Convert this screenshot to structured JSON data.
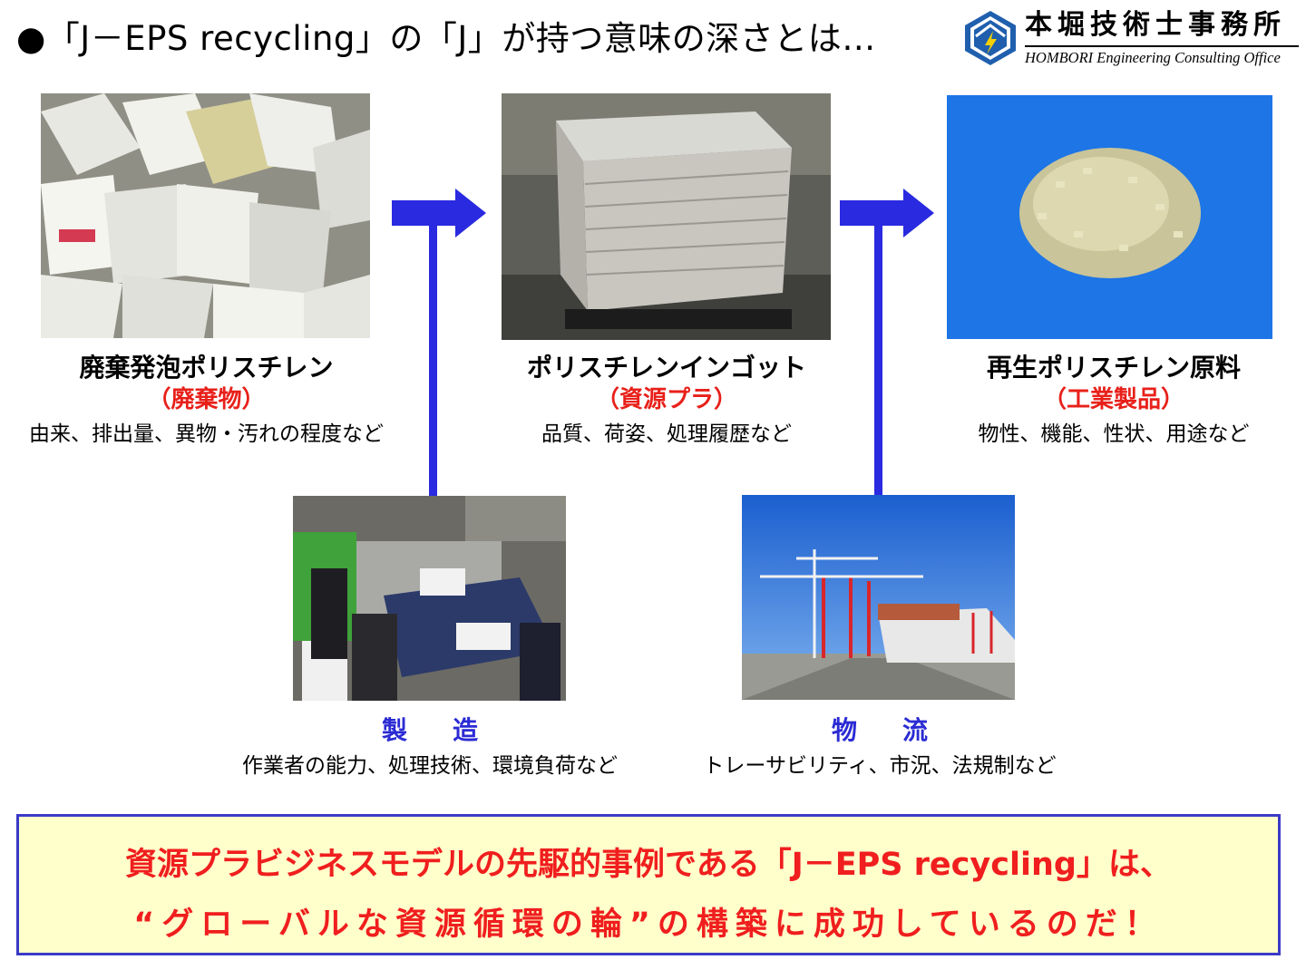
{
  "header": {
    "title": "●「J－EPS recycling」の「J」が持つ意味の深さとは…",
    "logo_name": "本堀技術士事務所",
    "logo_sub": "HOMBORI Engineering Consulting Office"
  },
  "flow": [
    {
      "name": "廃棄発泡ポリスチレン",
      "category": "（廃棄物）",
      "attributes": "由来、排出量、異物・汚れの程度など"
    },
    {
      "name": "ポリスチレンインゴット",
      "category": "（資源プラ）",
      "attributes": "品質、荷姿、処理履歴など"
    },
    {
      "name": "再生ポリスチレン原料",
      "category": "（工業製品）",
      "attributes": "物性、機能、性状、用途など"
    }
  ],
  "branches": [
    {
      "name": "製造",
      "attributes": "作業者の能力、処理技術、環境負荷など"
    },
    {
      "name": "物流",
      "attributes": "トレーサビリティ、市況、法規制など"
    }
  ],
  "conclusion": {
    "line1": "資源プラビジネスモデルの先駆的事例である「J－EPS recycling」は、",
    "line2": "“グローバルな資源循環の輪”の構築に成功しているのだ！"
  },
  "colors": {
    "arrow": "#2a2ae0",
    "accent_red": "#e8201a",
    "box_fill": "#ffffcc",
    "box_border": "#3a3ac8"
  }
}
